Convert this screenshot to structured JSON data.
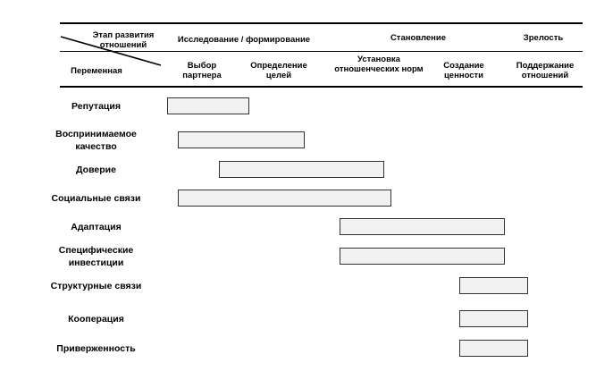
{
  "header": {
    "corner_top": "Этап развития отношений",
    "corner_bottom": "Переменная",
    "phases": [
      {
        "label": "Исследование / формирование"
      },
      {
        "label": "Становление"
      },
      {
        "label": "Зрелость"
      }
    ],
    "stages": [
      {
        "label": "Выбор партнера"
      },
      {
        "label": "Определение целей"
      },
      {
        "label": "Установка отношенческих норм"
      },
      {
        "label": "Создание ценности"
      },
      {
        "label": "Поддержание отношений"
      }
    ]
  },
  "rows": [
    {
      "label": "Репутация",
      "span_start": 1.0,
      "span_end": 2.2
    },
    {
      "label": "Воспринимаемое качество",
      "span_start": 1.15,
      "span_end": 3.0
    },
    {
      "label": "Доверие",
      "span_start": 1.75,
      "span_end": 4.15
    },
    {
      "label": "Социальные связи",
      "span_start": 1.15,
      "span_end": 4.25
    },
    {
      "label": "Адаптация",
      "span_start": 3.5,
      "span_end": 5.9
    },
    {
      "label": "Специфические инвестиции",
      "span_start": 3.5,
      "span_end": 5.9
    },
    {
      "label": "Структурные связи",
      "span_start": 5.25,
      "span_end": 6.25
    },
    {
      "label": "Кооперация",
      "span_start": 5.25,
      "span_end": 6.25
    },
    {
      "label": "Приверженность",
      "span_start": 5.25,
      "span_end": 6.25
    }
  ]
}
